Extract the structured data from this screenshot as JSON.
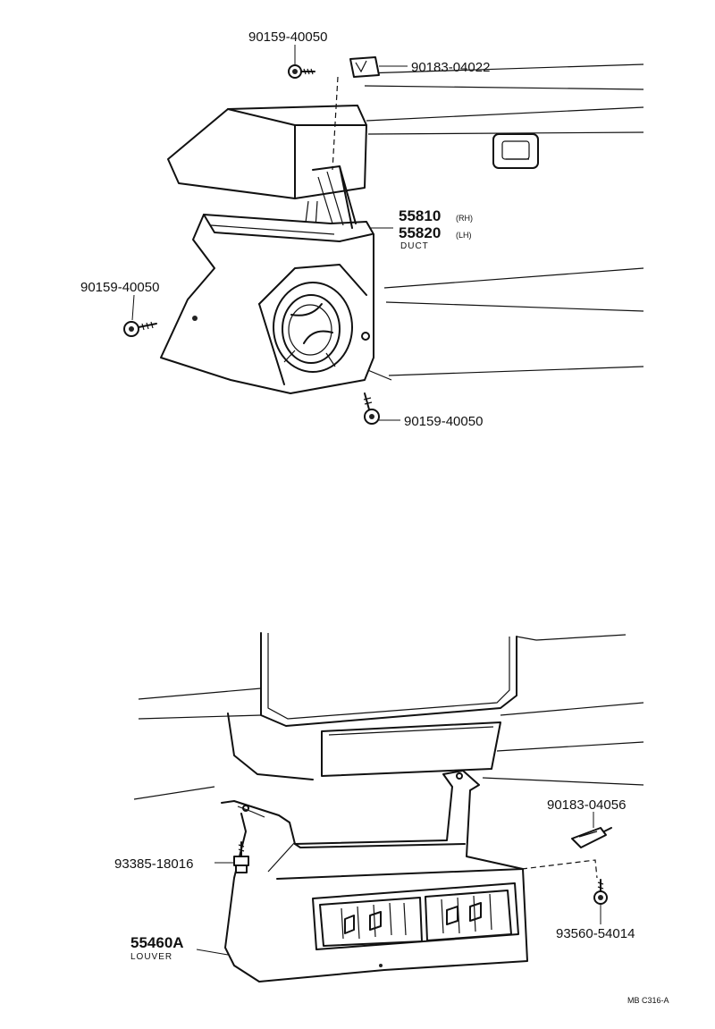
{
  "diagram": {
    "top_assembly": {
      "screw_top": "90159-40050",
      "clip_top": "90183-04022",
      "duct_rh_number": "55810",
      "duct_rh_side": "(RH)",
      "duct_lh_number": "55820",
      "duct_lh_side": "(LH)",
      "duct_caption": "DUCT",
      "screw_left": "90159-40050",
      "screw_bottom": "90159-40050"
    },
    "bottom_assembly": {
      "clip_right": "90183-04056",
      "bolt_left": "93385-18016",
      "louver_number": "55460A",
      "louver_caption": "LOUVER",
      "screw_right": "93560-54014"
    },
    "drawing_code": "MB C316-A"
  }
}
